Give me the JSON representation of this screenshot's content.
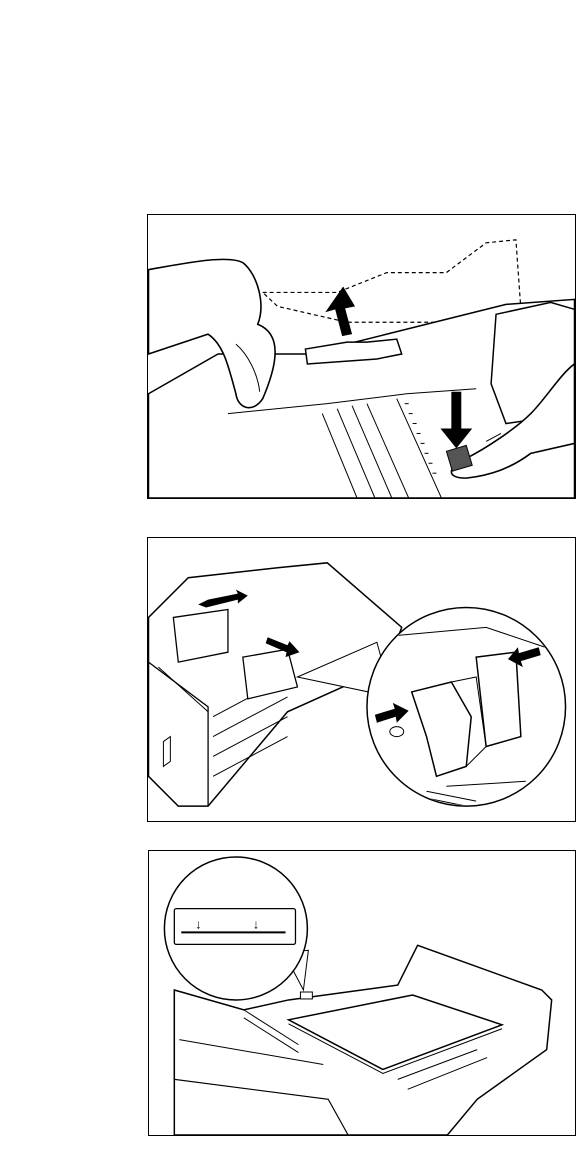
{
  "figures": [
    {
      "id": "fig-1",
      "caption": ""
    },
    {
      "id": "fig-2",
      "caption": ""
    },
    {
      "id": "fig-3",
      "caption": ""
    }
  ],
  "colors": {
    "line": "#000000",
    "arrow": "#000000",
    "paper": "#ffffff"
  }
}
